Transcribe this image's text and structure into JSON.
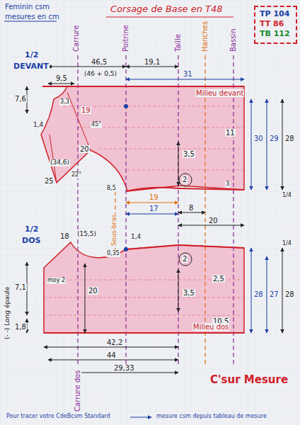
{
  "diagram": {
    "title": "Corsage de Base en T48",
    "nodes": [
      {
        "text": [
          "TP 104",
          "TT 86",
          "TB 112"
        ]
      }
    ],
    "labels": [
      "Feminin csm",
      "mesures en cm",
      "1/2",
      "DEVANT",
      "46,5",
      "(46 + 0,5)",
      "19,1",
      "31",
      "9,5",
      "7,6",
      "1,4",
      "3,3",
      "19",
      "45°",
      "20",
      "(34,6)",
      "22°",
      "25",
      "8,5",
      "11",
      "3,5",
      "2",
      "19",
      "17",
      "8",
      "20",
      "30",
      "29",
      "28",
      "1/4",
      "3",
      "Milieu devant",
      "Carrure",
      "Poitrine",
      "Taille",
      "Hanches",
      "Bassin",
      "Sous-bras",
      "1/2",
      "DOS",
      "18",
      "(15,5)",
      "moy 2",
      "1,4",
      "0,35",
      "20",
      "7,1",
      "1,8",
      "42,2",
      "44",
      "29,33",
      "3,5",
      "2",
      "2,5",
      "10,5",
      "28",
      "27",
      "28",
      "1/4",
      "Milieu dos",
      "Carrure dos",
      "(- -) Long épaule",
      "C'sur Mesure",
      "Pour tracer votre CdeBcsm Standard",
      "mesure csm depuis tableau de mesure"
    ]
  }
}
